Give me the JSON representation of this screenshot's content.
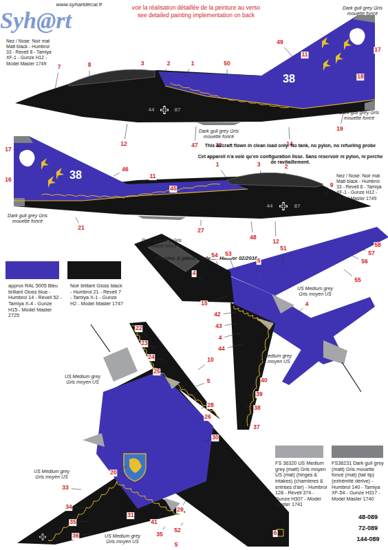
{
  "diagram": {
    "labels": [
      "Syh@rt",
      "www.syhartdecal.fr",
      "voir la réalisation détaillée de la peinture au verso",
      "see detailed painting implementation on back",
      "Dark gull grey Gris mouette foncé",
      "Nez / Nose: Noir mat Matt black - Humbrol 33 - Revell 8 - Tamiya XF-1 - Gunze H12 - Model Master 1749",
      "7",
      "8",
      "3",
      "2",
      "1",
      "50",
      "49",
      "11",
      "17",
      "38",
      "18",
      "Dark gull grey Gris mouette foncé",
      "19",
      "44",
      "87",
      "12",
      "47",
      "Dark gull grey Gris mouette foncé",
      "32",
      "14",
      "17",
      "46",
      "11",
      "38",
      "45",
      "16",
      "Dark gull grey Gris mouette foncé",
      "21",
      "Dark gull grey Gris mouette foncé",
      "27",
      "48",
      "12",
      "1",
      "3",
      "2",
      "9",
      "44",
      "87",
      "Nez / Nose: Noir mat Matt black - Humbrol 33 - Revell 8 - Tamiya XF-1 - Gunze H12 - Model Master 1749",
      "This aircraft flown in clean load only. No tank, no pylon, no refueling probe",
      "Cet appareil n'a volé qu'en configuration lisse. Sans réservoir ni pylon, ni perche de ravitaillement.",
      "Dessins & plans : Sylvain Hautier 02/2016",
      "4",
      "54",
      "53",
      "5",
      "51",
      "58",
      "57",
      "56",
      "55",
      "US Medium grey Gris moyen US",
      "4",
      "15",
      "42",
      "43",
      "4",
      "44",
      "US Medium grey Gris moyen US",
      "40",
      "39",
      "38",
      "37",
      "22",
      "23",
      "24",
      "US Medium grey Gris moyen US",
      "25",
      "10",
      "5",
      "28",
      "26",
      "30",
      "20",
      "US Medium grey Gris moyen US",
      "33",
      "34",
      "35",
      "36",
      "31",
      "41",
      "29",
      "US Medium grey Gris moyen US",
      "35",
      "52",
      "5",
      "6",
      "48-089",
      "72-089",
      "144-089"
    ],
    "legend": [
      {
        "text": "approx RAL 5005 Bleu brillant Gloss blue - Humbrol 14 - Revell 52 - Tamiya X-4 - Gunze H15 - Model Master 2725",
        "color": "#3f33b3"
      },
      {
        "text": "Noir brillant Gloss black - Humbrol 21 - Revell 7 - Tamiya X-1 - Gunze H2 - Model Master 1747",
        "color": "#141414"
      },
      {
        "text": "FS 36320 US Medium grey (matt) Gris moyen US (mat) (hinges & intakes) (charnières & entrées d'air) - Humbrol 128 - Revell 374 - Gunze H307 - Model Master 1741",
        "color": "#a4a6aa"
      },
      {
        "text": "FS36231 Dark gull grey (matt) Gris mouette foncé (mat) (tail tip) (extrémité dérive) - Humbrol 140 - Tamiya XF-54 - Gunze H317 - Model Master 1740",
        "color": "#7f8185"
      }
    ]
  }
}
